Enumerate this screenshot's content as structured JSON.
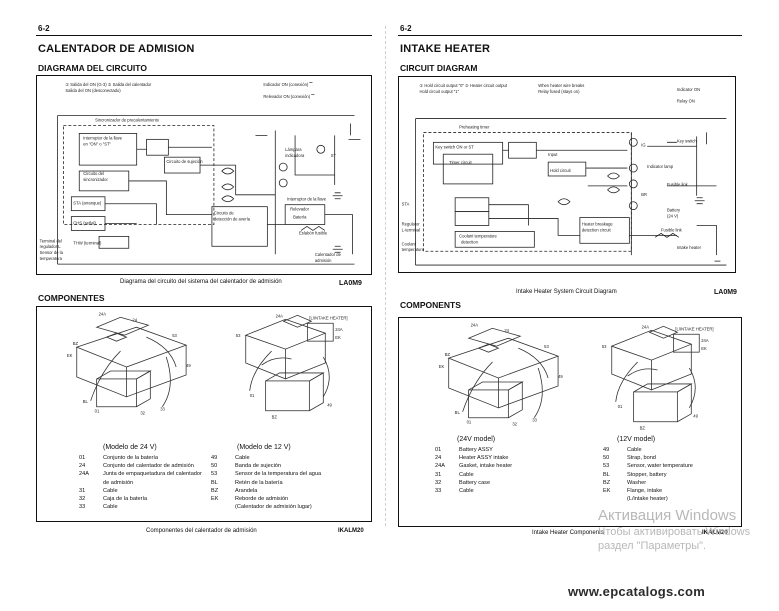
{
  "left": {
    "page_number": "6-2",
    "title": "CALENTADOR DE ADMISION",
    "subtitle": "DIAGRAMA DEL CIRCUITO",
    "diagram_caption": "Diagrama del circuito del sistema del calentador de admisión",
    "diagram_code": "LA0M9",
    "components_title": "COMPONENTES",
    "model_24": "(Modelo de 24 V)",
    "model_12": "(Modelo de 12 V)",
    "parts_col1": [
      {
        "num": "01",
        "label": "Conjunto de la batería"
      },
      {
        "num": "24",
        "label": "Conjunto del calentador de admisión"
      },
      {
        "num": "24A",
        "label": "Junta de empaquetadura del calentador"
      },
      {
        "num": "",
        "label": "de admisión"
      },
      {
        "num": "31",
        "label": "Cable"
      },
      {
        "num": "32",
        "label": "Caja de la batería"
      },
      {
        "num": "33",
        "label": "Cable"
      }
    ],
    "parts_col2": [
      {
        "num": "49",
        "label": "Cable"
      },
      {
        "num": "50",
        "label": "Banda de sujeción"
      },
      {
        "num": "53",
        "label": "Sensor de la temperatura del agua"
      },
      {
        "num": "BL",
        "label": "Retén de la batería"
      },
      {
        "num": "BZ",
        "label": "Arandela"
      },
      {
        "num": "EK",
        "label": "Reborde de admisión"
      },
      {
        "num": "",
        "label": "(Calentador de admisión lugar)"
      }
    ],
    "footer_caption": "Componentes del calentador de admisión",
    "footer_code": "IKALM20"
  },
  "right": {
    "page_number": "6-2",
    "title": "INTAKE HEATER",
    "subtitle": "CIRCUIT DIAGRAM",
    "diagram_caption": "Intake Heater System Circuit Diagram",
    "diagram_code": "LA0M9",
    "components_title": "COMPONENTS",
    "model_24": "(24V model)",
    "model_12": "(12V model)",
    "parts_col1": [
      {
        "num": "01",
        "label": "Battery ASSY"
      },
      {
        "num": "24",
        "label": "Heater ASSY intake"
      },
      {
        "num": "24A",
        "label": "Gasket, intake heater"
      },
      {
        "num": "31",
        "label": "Cable"
      },
      {
        "num": "32",
        "label": "Battery case"
      },
      {
        "num": "33",
        "label": "Cable"
      }
    ],
    "parts_col2": [
      {
        "num": "49",
        "label": "Cable"
      },
      {
        "num": "50",
        "label": "Strap, bond"
      },
      {
        "num": "53",
        "label": "Sensor, water temperature"
      },
      {
        "num": "BL",
        "label": "Stopper, battery"
      },
      {
        "num": "BZ",
        "label": "Washer"
      },
      {
        "num": "EK",
        "label": "Flange, intake"
      },
      {
        "num": "",
        "label": "(L/intake heater)"
      }
    ],
    "footer_caption": "Intake Heater Components",
    "footer_code": "IKALM20"
  },
  "watermark": {
    "line1": "Активация Windows",
    "line2": "Чтобы активировать Windows",
    "line3": "раздел \"Параметры\"."
  },
  "site": "www.epcatalogs.com"
}
